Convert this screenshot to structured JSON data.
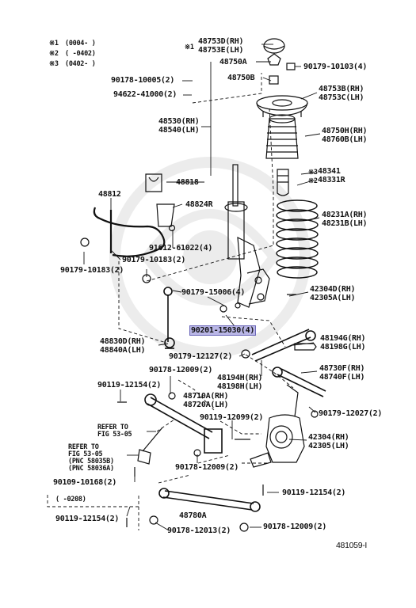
{
  "legend": {
    "l1_mark": "※1",
    "l1_text": "(0004-    )",
    "l2_mark": "※2",
    "l2_text": "(    -0402)",
    "l3_mark": "※3",
    "l3_text": "(0402-    )"
  },
  "labels": {
    "p48753d": "48753D(RH)",
    "p48753e": "48753E(LH)",
    "p48753d_mark": "※1",
    "p48750a": "48750A",
    "p90179_10103": "90179-10103(4)",
    "p90178_10005": "90178-10005(2)",
    "p48750b": "48750B",
    "p94622": "94622-41000(2)",
    "p48753b": "48753B(RH)",
    "p48753c": "48753C(LH)",
    "p48530": "48530(RH)",
    "p48540": "48540(LH)",
    "p48750h": "48750H(RH)",
    "p48760b": "48760B(LH)",
    "p48341": "48341",
    "p48341_mark": "※3",
    "p48331r": "48331R",
    "p48331r_mark": "※2",
    "p48818": "48818",
    "p48812": "48812",
    "p48824r": "48824R",
    "p48231a": "48231A(RH)",
    "p48231b": "48231B(LH)",
    "p91612": "91612-61022(4)",
    "p90179_10183_2a": "90179-10183(2)",
    "p90179_10183_2b": "90179-10183(2)",
    "p42304d": "42304D(RH)",
    "p42305a": "42305A(LH)",
    "p90179_15006": "90179-15006(4)",
    "p90201_15030": "90201-15030(4)",
    "p48830d": "48830D(RH)",
    "p48840a": "48840A(LH)",
    "p48194g": "48194G(RH)",
    "p48198g": "48198G(LH)",
    "p90179_12127": "90179-12127(2)",
    "p90178_12009_a": "90178-12009(2)",
    "p48194h": "48194H(RH)",
    "p48198h": "48198H(LH)",
    "p48730f": "48730F(RH)",
    "p48740f": "48740F(LH)",
    "p90119_12154_a": "90119-12154(2)",
    "p48710a": "48710A(RH)",
    "p48720a": "48720A(LH)",
    "p90179_12027": "90179-12027(2)",
    "p90119_12099": "90119-12099(2)",
    "refer1_a": "REFER TO",
    "refer1_b": "FIG 53-05",
    "p42304": "42304(RH)",
    "p42305": "42305(LH)",
    "refer2_a": "REFER TO",
    "refer2_b": "FIG 53-05",
    "refer2_c": "(PNC 58035B)",
    "refer2_d": "(PNC 58036A)",
    "p90109_10168": "90109-10168(2)",
    "p90178_12009_b": "90178-12009(2)",
    "range_note": "(    -0208)",
    "p90119_12154_b": "90119-12154(2)",
    "p90119_12154_c": "90119-12154(2)",
    "p48780a": "48780A",
    "p90178_12013": "90178-12013(2)",
    "p90178_12009_c": "90178-12009(2)",
    "figure_id": "481059-I"
  }
}
